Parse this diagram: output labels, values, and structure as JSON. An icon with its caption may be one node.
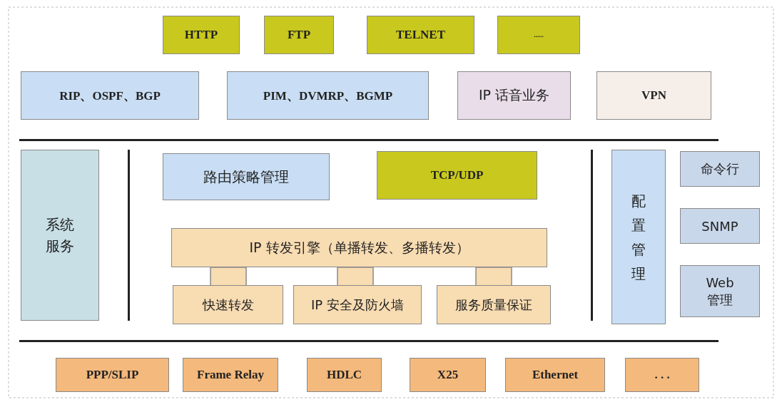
{
  "diagram": {
    "nodes": [
      {
        "text": [
          "HTTP"
        ]
      },
      {
        "text": [
          "FTP"
        ]
      },
      {
        "text": [
          "TELNET"
        ]
      },
      {
        "text": [
          "......"
        ]
      },
      {
        "text": [
          "RIP、OSPF、BGP"
        ]
      },
      {
        "text": [
          "PIM、DVMRP、BGMP"
        ]
      },
      {
        "text": [
          "IP 话音业务"
        ]
      },
      {
        "text": [
          "VPN"
        ]
      },
      {
        "text": [
          "系统服务"
        ]
      },
      {
        "text": [
          "路由策略管理"
        ]
      },
      {
        "text": [
          "TCP/UDP"
        ]
      },
      {
        "text": [
          "配置管理"
        ]
      },
      {
        "text": [
          "命令行"
        ]
      },
      {
        "text": [
          "IP 转发引擎（单播转发、多播转发）"
        ]
      },
      {
        "text": [
          "SNMP"
        ]
      },
      {
        "text": [
          "快速转发"
        ]
      },
      {
        "text": [
          "IP 安全及防火墙"
        ]
      },
      {
        "text": [
          "服务质量保证"
        ]
      },
      {
        "text": [
          "Web 管理"
        ]
      },
      {
        "text": [
          "PPP/SLIP"
        ]
      },
      {
        "text": [
          "Frame Relay"
        ]
      },
      {
        "text": [
          "HDLC"
        ]
      },
      {
        "text": [
          "X25"
        ]
      },
      {
        "text": [
          "Ethernet"
        ]
      },
      {
        "text": [
          ". . ."
        ]
      }
    ],
    "edges": [
      {
        "from": 13,
        "to": 15,
        "arrow": "none"
      },
      {
        "from": 13,
        "to": 16,
        "arrow": "none"
      },
      {
        "from": 13,
        "to": 17,
        "arrow": "none"
      }
    ]
  }
}
